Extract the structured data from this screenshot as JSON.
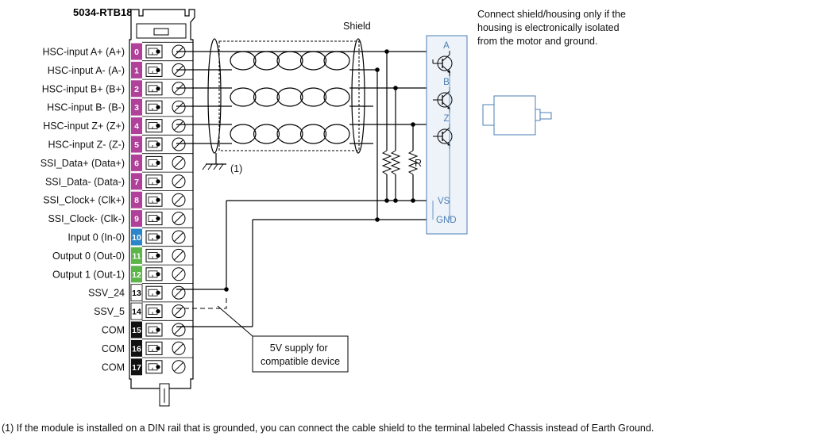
{
  "module": {
    "title": "5034-RTB18",
    "terminals": [
      {
        "num": "0",
        "label": "HSC-input A+ (A+)",
        "color": "#b0409a"
      },
      {
        "num": "1",
        "label": "HSC-input A- (A-)",
        "color": "#b0409a"
      },
      {
        "num": "2",
        "label": "HSC-input B+ (B+)",
        "color": "#b0409a"
      },
      {
        "num": "3",
        "label": "HSC-input B- (B-)",
        "color": "#b0409a"
      },
      {
        "num": "4",
        "label": "HSC-input Z+ (Z+)",
        "color": "#b0409a"
      },
      {
        "num": "5",
        "label": "HSC-input Z- (Z-)",
        "color": "#b0409a"
      },
      {
        "num": "6",
        "label": "SSI_Data+ (Data+)",
        "color": "#b0409a"
      },
      {
        "num": "7",
        "label": "SSI_Data- (Data-)",
        "color": "#b0409a"
      },
      {
        "num": "8",
        "label": "SSI_Clock+ (Clk+)",
        "color": "#b0409a"
      },
      {
        "num": "9",
        "label": "SSI_Clock- (Clk-)",
        "color": "#b0409a"
      },
      {
        "num": "10",
        "label": "Input 0 (In-0)",
        "color": "#2a86c8"
      },
      {
        "num": "11",
        "label": "Output 0 (Out-0)",
        "color": "#5cb548"
      },
      {
        "num": "12",
        "label": "Output 1 (Out-1)",
        "color": "#5cb548"
      },
      {
        "num": "13",
        "label": "SSV_24",
        "color": "#ffffff"
      },
      {
        "num": "14",
        "label": "SSV_5",
        "color": "#ffffff"
      },
      {
        "num": "15",
        "label": "COM",
        "color": "#111111"
      },
      {
        "num": "16",
        "label": "COM",
        "color": "#111111"
      },
      {
        "num": "17",
        "label": "COM",
        "color": "#111111"
      }
    ]
  },
  "cable": {
    "shield_label": "Shield",
    "ground_note": "(1)"
  },
  "encoder": {
    "channels": [
      "A",
      "B",
      "Z"
    ],
    "resistor_label": "R",
    "vs_label": "VS",
    "gnd_label": "GND"
  },
  "notes": {
    "housing_note_lines": [
      "Connect shield/housing only if the",
      "housing is electronically isolated",
      "from the motor and ground."
    ],
    "supply_box_lines": [
      "5V supply for",
      "compatible device"
    ],
    "footnote": "(1)    If the module is installed on a DIN rail that is grounded, you can connect the cable shield to the terminal labeled Chassis instead of Earth Ground."
  },
  "colors": {
    "wire": "#000000",
    "encoder_line": "#4a7fb5",
    "encoder_fill": "#eef3fa"
  }
}
